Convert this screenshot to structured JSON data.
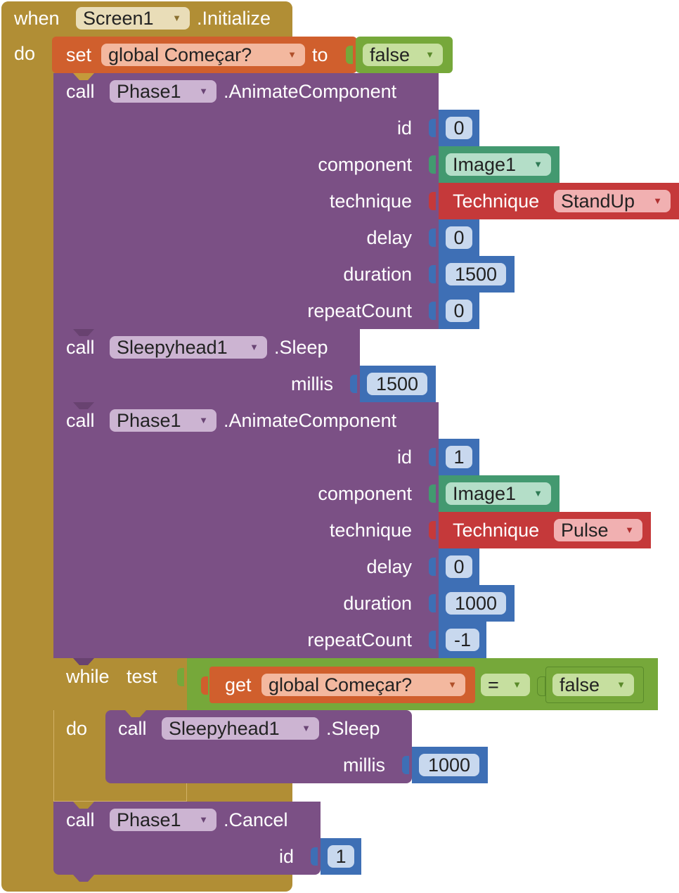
{
  "event": {
    "when_label": "when",
    "component": "Screen1",
    "event_name": ".Initialize",
    "do_label": "do"
  },
  "set_block": {
    "set_label": "set",
    "variable": "global Começar?",
    "to_label": "to",
    "value": "false"
  },
  "animate1": {
    "call_label": "call",
    "component": "Phase1",
    "method": ".AnimateComponent",
    "params": [
      {
        "label": "id",
        "value": "0"
      },
      {
        "label": "component",
        "value": "Image1"
      },
      {
        "label": "technique",
        "prefix": "Technique",
        "value": "StandUp"
      },
      {
        "label": "delay",
        "value": "0"
      },
      {
        "label": "duration",
        "value": "1500"
      },
      {
        "label": "repeatCount",
        "value": "0"
      }
    ]
  },
  "sleep1": {
    "call_label": "call",
    "component": "Sleepyhead1",
    "method": ".Sleep",
    "param_label": "millis",
    "value": "1500"
  },
  "animate2": {
    "call_label": "call",
    "component": "Phase1",
    "method": ".AnimateComponent",
    "params": [
      {
        "label": "id",
        "value": "1"
      },
      {
        "label": "component",
        "value": "Image1"
      },
      {
        "label": "technique",
        "prefix": "Technique",
        "value": "Pulse"
      },
      {
        "label": "delay",
        "value": "0"
      },
      {
        "label": "duration",
        "value": "1000"
      },
      {
        "label": "repeatCount",
        "value": "-1"
      }
    ]
  },
  "while_block": {
    "while_label": "while",
    "test_label": "test",
    "do_label": "do",
    "get_label": "get",
    "variable": "global Começar?",
    "operator": "=",
    "compare_value": "false"
  },
  "sleep2": {
    "call_label": "call",
    "component": "Sleepyhead1",
    "method": ".Sleep",
    "param_label": "millis",
    "value": "1000"
  },
  "cancel": {
    "call_label": "call",
    "component": "Phase1",
    "method": ".Cancel",
    "param_label": "id",
    "value": "1"
  },
  "dropdown_caret": "▼",
  "colors": {
    "event": "#b18e35",
    "variables": "#d05f2d",
    "logic": "#76a83a",
    "procedures": "#7b5085",
    "math": "#3e6fb5",
    "component": "#439970",
    "technique": "#c5393a"
  }
}
